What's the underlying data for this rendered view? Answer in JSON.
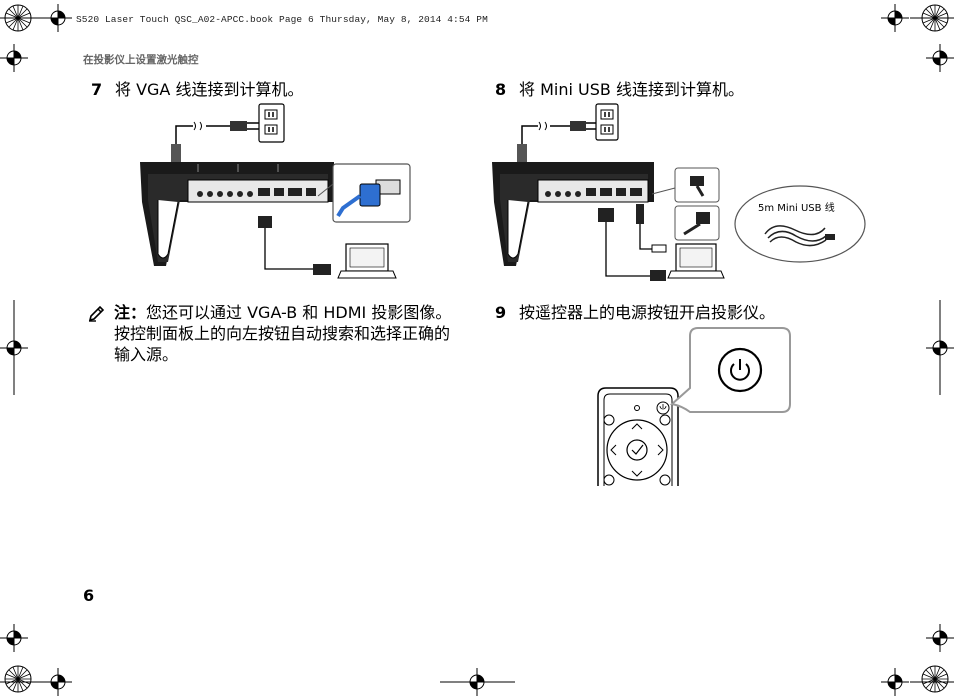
{
  "header": {
    "slug": "S520 Laser Touch QSC_A02-APCC.book  Page 6  Thursday, May 8, 2014  4:54 PM",
    "section_title": "在投影仪上设置激光触控"
  },
  "steps": [
    {
      "number": "7",
      "text": "将 VGA 线连接到计算机。"
    },
    {
      "number": "8",
      "text": "将 Mini USB 线连接到计算机。"
    },
    {
      "number": "9",
      "text": "按遥控器上的电源按钮开启投影仪。"
    }
  ],
  "note": {
    "label": "注：",
    "text": "您还可以通过 VGA-B 和 HDMI 投影图像。按控制面板上的向左按钮自动搜索和选择正确的输入源。"
  },
  "illustration_labels": {
    "usb_cable": "5m Mini USB 线"
  },
  "footer": {
    "page_number": "6"
  }
}
